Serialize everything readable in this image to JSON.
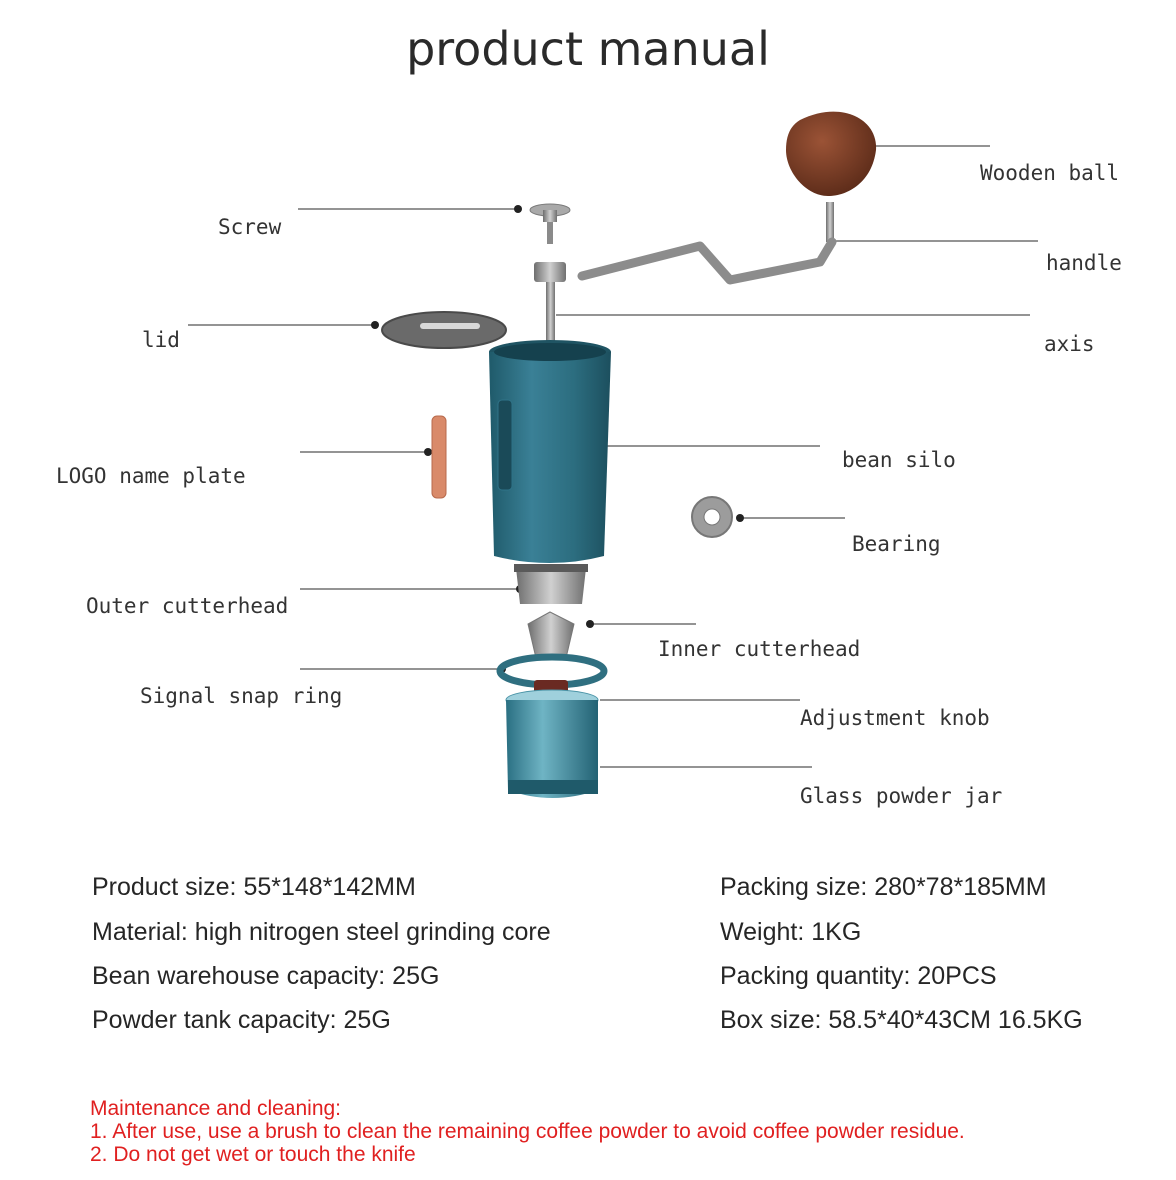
{
  "title": "product manual",
  "parts": {
    "wooden_ball": "Wooden ball",
    "screw": "Screw",
    "handle": "handle",
    "lid": "lid",
    "axis": "axis",
    "logo_name_plate": "LOGO name plate",
    "bean_silo": "bean silo",
    "bearing": "Bearing",
    "outer_cutterhead": "Outer cutterhead",
    "inner_cutterhead": "Inner cutterhead",
    "signal_snap_ring": "Signal snap ring",
    "adjustment_knob": "Adjustment knob",
    "glass_powder_jar": "Glass powder jar"
  },
  "specs_left": [
    "Product size: 55*148*142MM",
    "Material: high nitrogen steel grinding core",
    "Bean warehouse capacity: 25G",
    "Powder tank capacity: 25G"
  ],
  "specs_right": [
    "Packing size: 280*78*185MM",
    "Weight: 1KG",
    "Packing quantity: 20PCS",
    "Box size: 58.5*40*43CM 16.5KG"
  ],
  "maintenance": {
    "heading": "Maintenance and cleaning:",
    "items": [
      "1. After use, use a brush to clean the remaining coffee powder to avoid coffee powder residue.",
      "2. Do not get wet or touch the knife"
    ]
  },
  "colors": {
    "silo": "#2c6d7f",
    "wood": "#7a3b25",
    "metal": "#9a9a9a",
    "nameplate": "#d98a6a",
    "jar": "#3f8ea0",
    "accent_red": "#e02020"
  }
}
